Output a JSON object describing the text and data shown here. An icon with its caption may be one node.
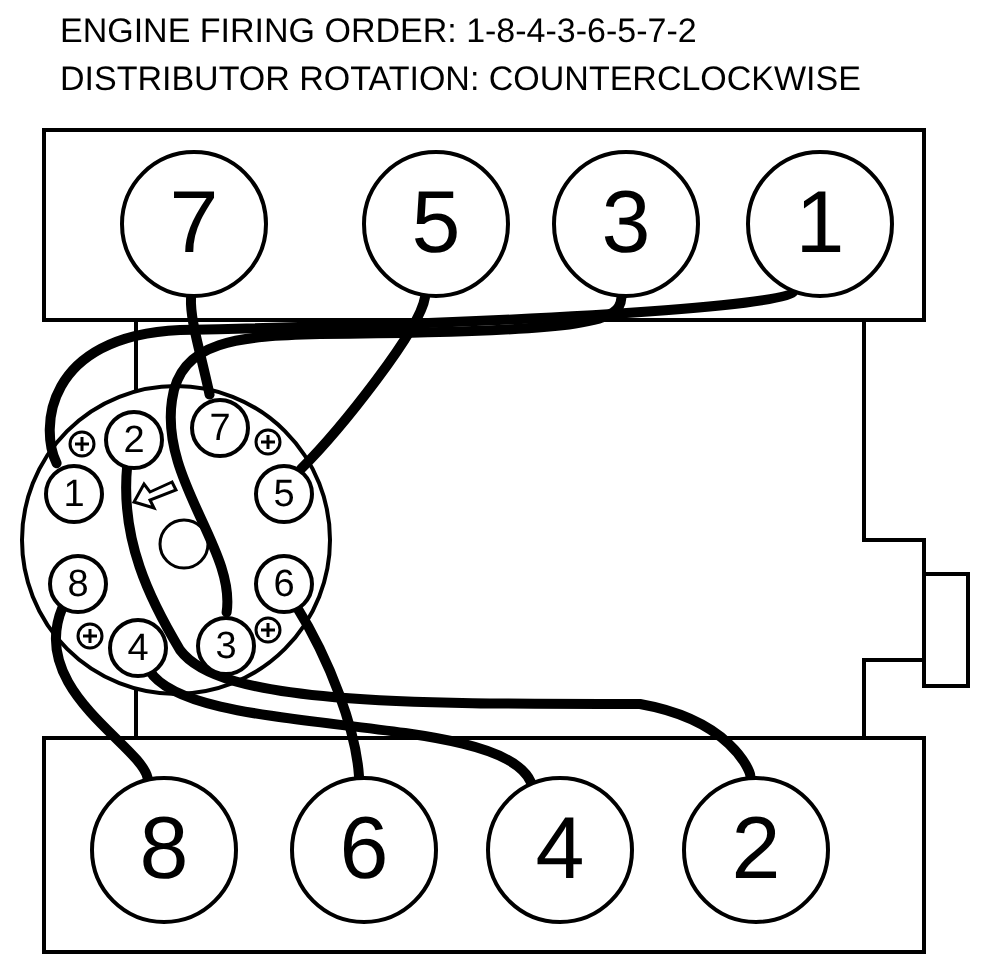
{
  "diagram": {
    "nodes": [
      {
        "text": [
          "7"
        ]
      },
      {
        "text": [
          "5"
        ]
      },
      {
        "text": [
          "3"
        ]
      },
      {
        "text": [
          "1"
        ]
      },
      {
        "text": [],
        "shape": "circle"
      },
      {
        "text": [
          "2"
        ],
        "in": 4
      },
      {
        "text": [
          "7"
        ],
        "in": 4
      },
      {
        "text": [
          "1"
        ],
        "in": 4
      },
      {
        "text": [
          "5"
        ],
        "in": 4
      },
      {
        "text": [
          "8"
        ],
        "in": 4
      },
      {
        "text": [
          "6"
        ],
        "in": 4
      },
      {
        "text": [
          "4"
        ],
        "in": 4
      },
      {
        "text": [
          "3"
        ],
        "in": 4
      },
      {
        "text": [
          "8"
        ]
      },
      {
        "text": [
          "6"
        ]
      },
      {
        "text": [
          "4"
        ]
      },
      {
        "text": [
          "2"
        ]
      }
    ],
    "edges": [
      {
        "from": 7,
        "to": 3,
        "arrow": "none"
      },
      {
        "from": 9,
        "to": 13,
        "arrow": "none"
      },
      {
        "from": 11,
        "to": 15,
        "arrow": "none"
      },
      {
        "from": 12,
        "to": 2,
        "arrow": "none"
      },
      {
        "from": 10,
        "to": 14,
        "arrow": "none"
      },
      {
        "from": 8,
        "to": 1,
        "arrow": "none"
      },
      {
        "from": 6,
        "to": 0,
        "arrow": "none"
      },
      {
        "from": 5,
        "to": 16,
        "arrow": "none"
      }
    ],
    "labels": [
      "ENGINE FIRING ORDER: 1-8-4-3-6-5-7-2",
      "DISTRIBUTOR ROTATION: COUNTERCLOCKWISE"
    ]
  }
}
